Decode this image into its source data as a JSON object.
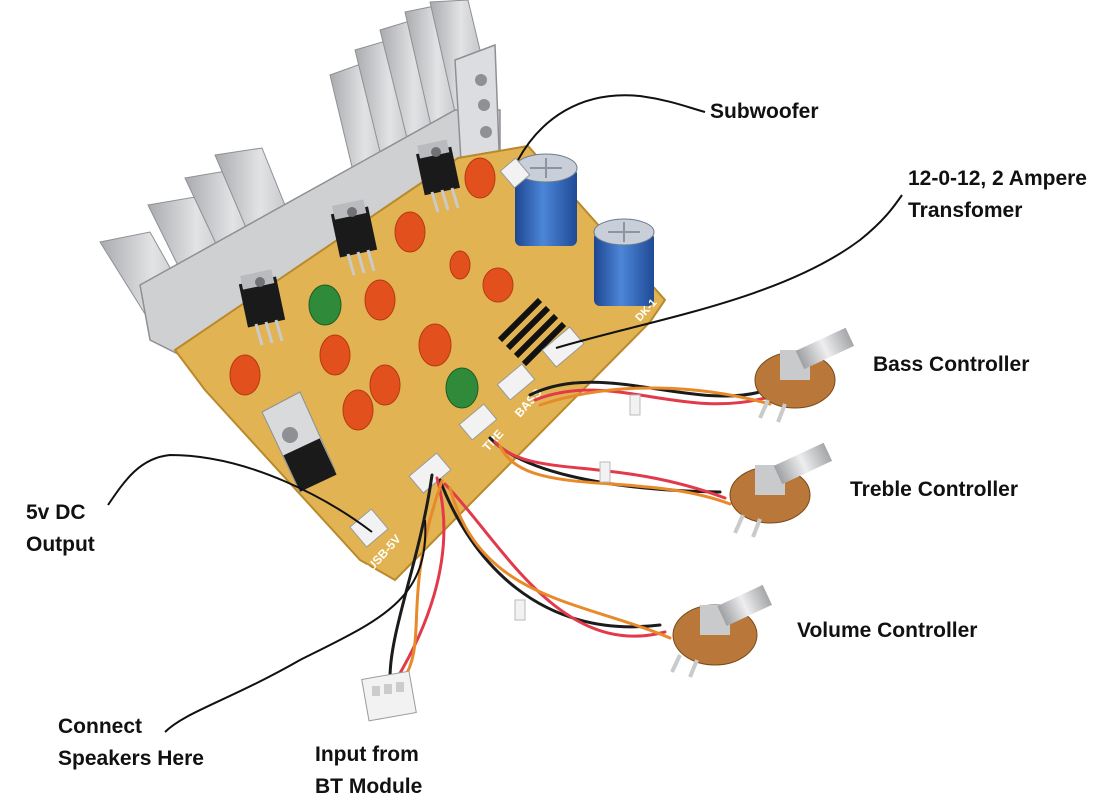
{
  "labels": {
    "subwoofer": "Subwoofer",
    "transformer_line1": "12-0-12, 2 Ampere",
    "transformer_line2": "Transfomer",
    "bass": "Bass Controller",
    "treble": "Treble Controller",
    "volume": "Volume Controller",
    "dc_line1": "5v DC",
    "dc_line2": "Output",
    "speakers_line1": "Connect",
    "speakers_line2": "Speakers Here",
    "input_line1": "Input from",
    "input_line2": "BT Module"
  },
  "silkscreen": {
    "bass": "BASS",
    "treble": "TRE",
    "usb": "USB-5V",
    "board_id": "DK-1"
  },
  "colors": {
    "pcb": "#e2b352",
    "heatsink": "#c9cacc",
    "capacitor_blue": "#2f62b8",
    "film_cap": "#e2511d",
    "wire_red": "#e23a4a",
    "wire_orange": "#e88a2a",
    "wire_black": "#1b1b1b"
  }
}
